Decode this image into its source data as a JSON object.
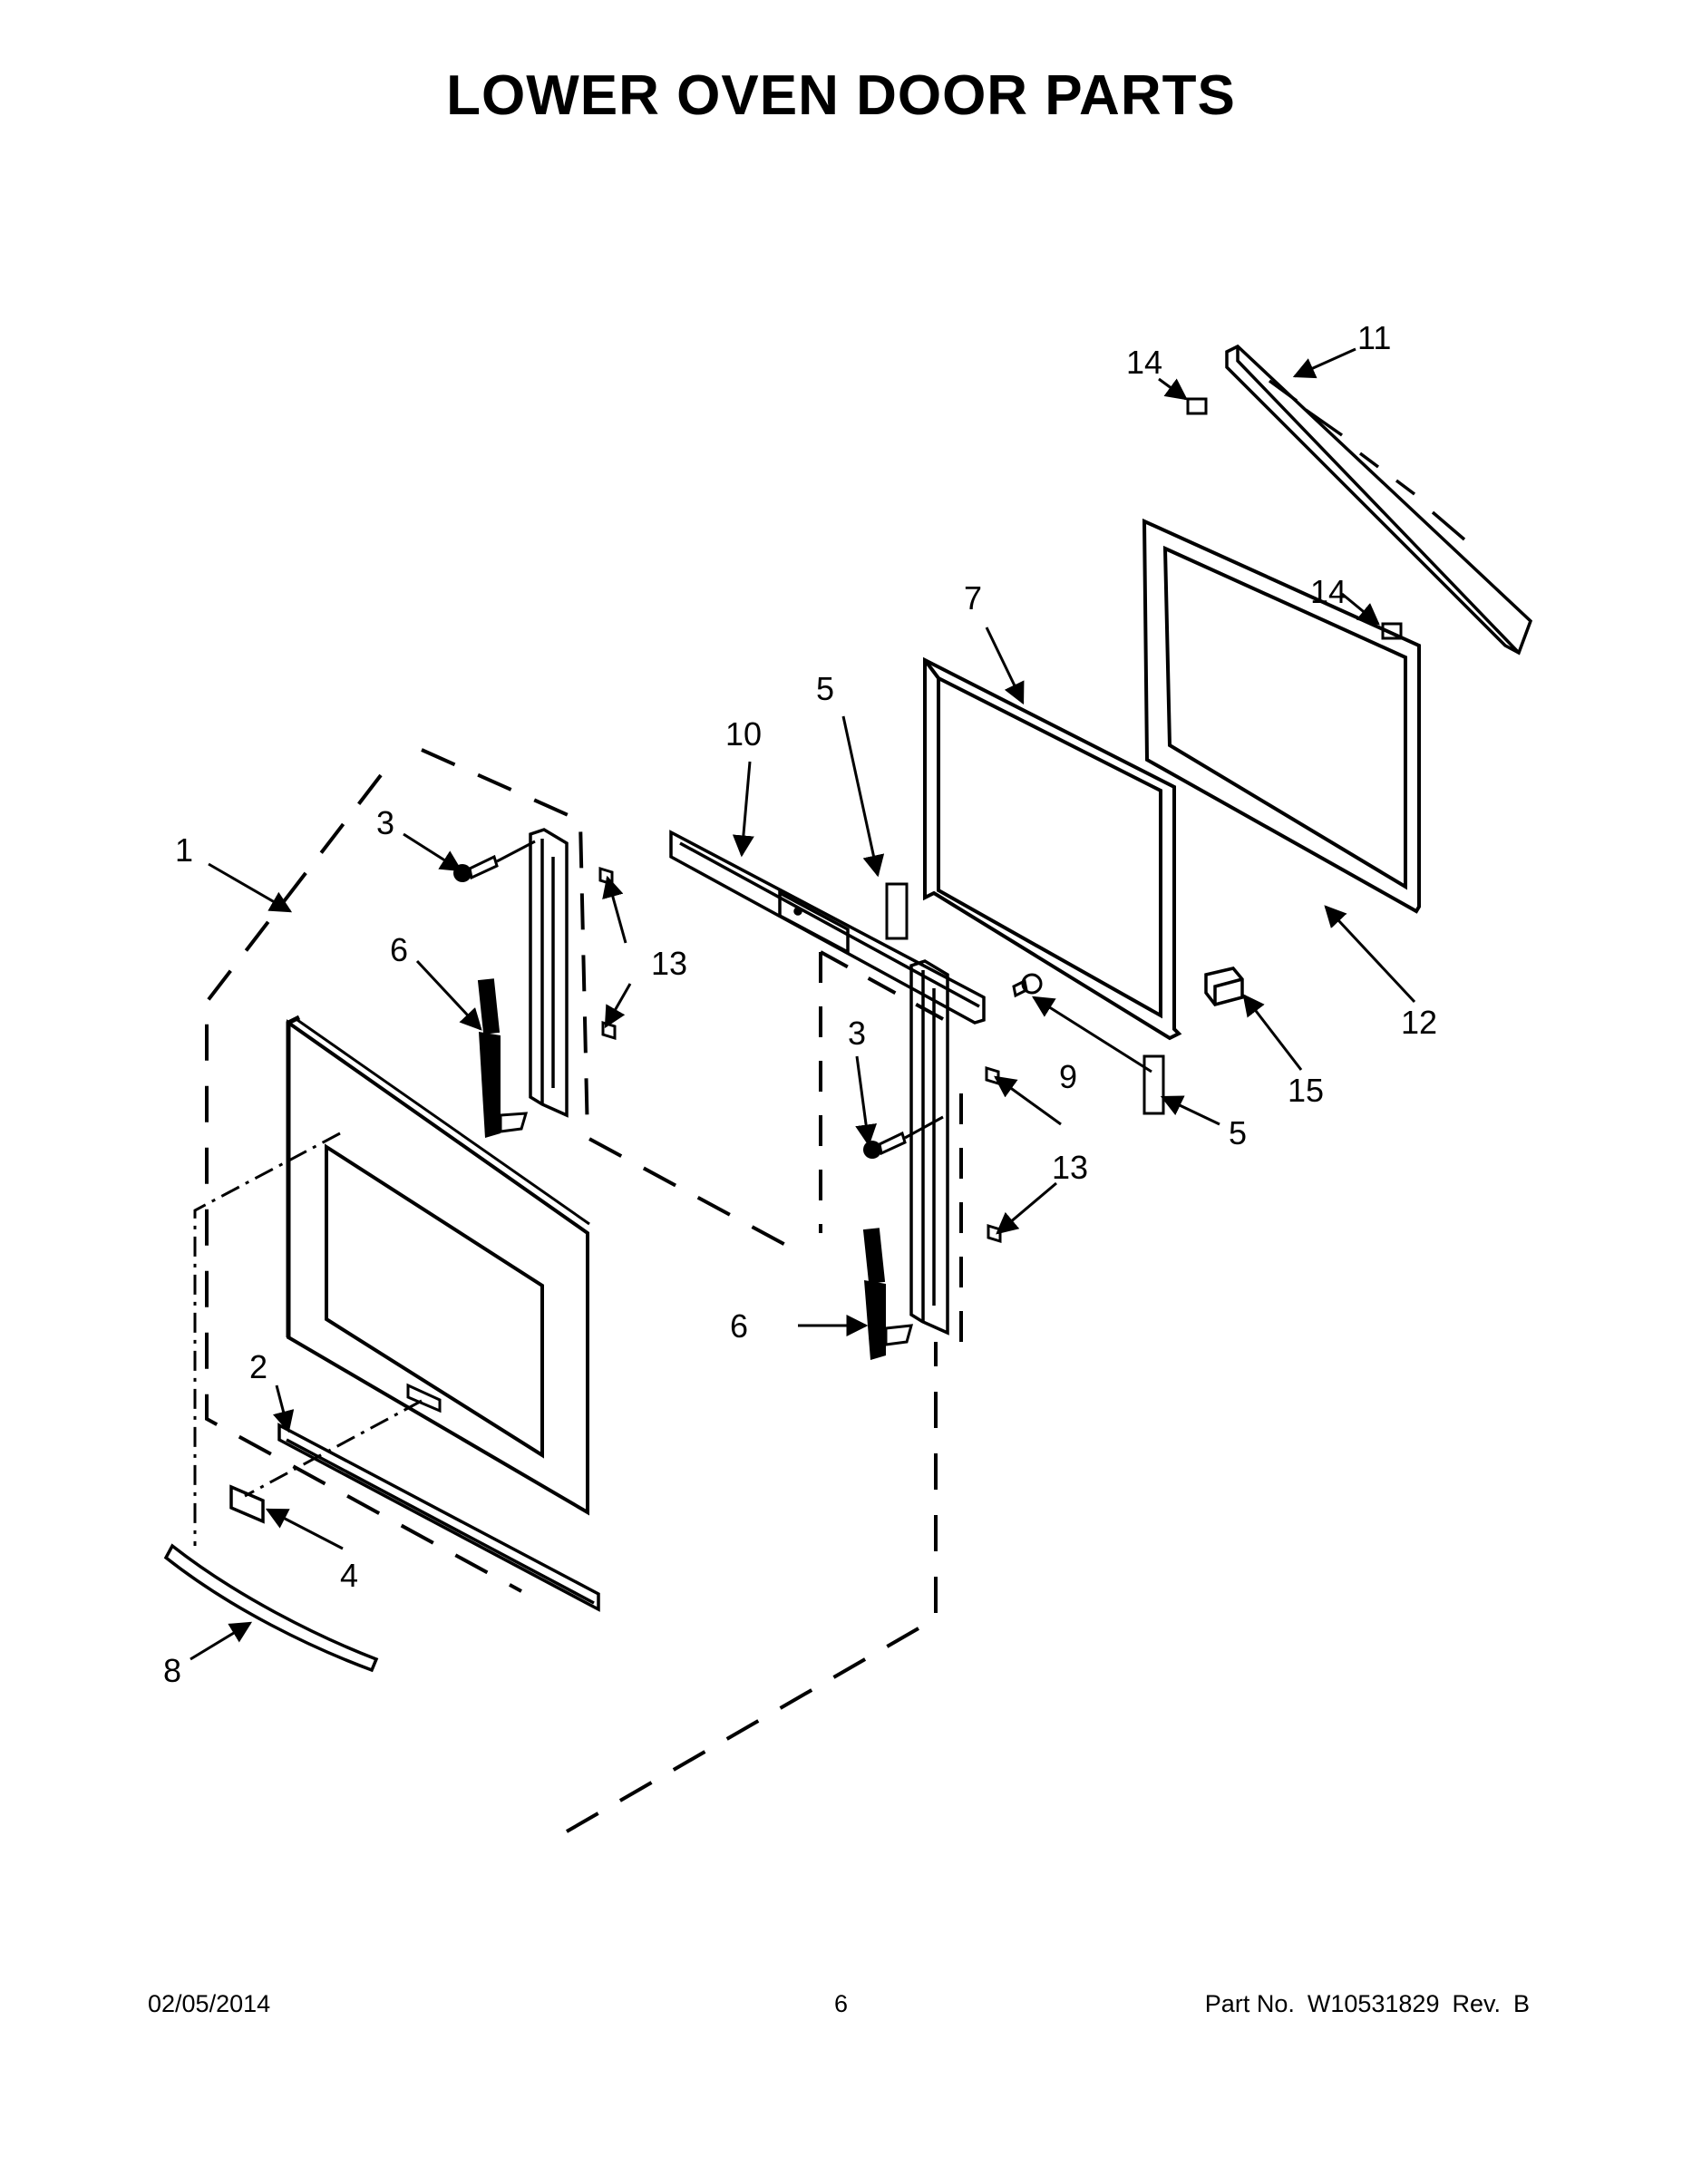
{
  "title": "LOWER OVEN DOOR PARTS",
  "callouts": {
    "c1": "1",
    "c2": "2",
    "c3a": "3",
    "c3b": "3",
    "c4": "4",
    "c5a": "5",
    "c5b": "5",
    "c6a": "6",
    "c6b": "6",
    "c7": "7",
    "c8": "8",
    "c9": "9",
    "c10": "10",
    "c11": "11",
    "c12": "12",
    "c13a": "13",
    "c13b": "13",
    "c14a": "14",
    "c14b": "14",
    "c15": "15"
  },
  "footer": {
    "date": "02/05/2014",
    "page": "6",
    "part_label": "Part No.",
    "part_no": "W10531829",
    "rev_label": "Rev.",
    "rev": "B"
  }
}
